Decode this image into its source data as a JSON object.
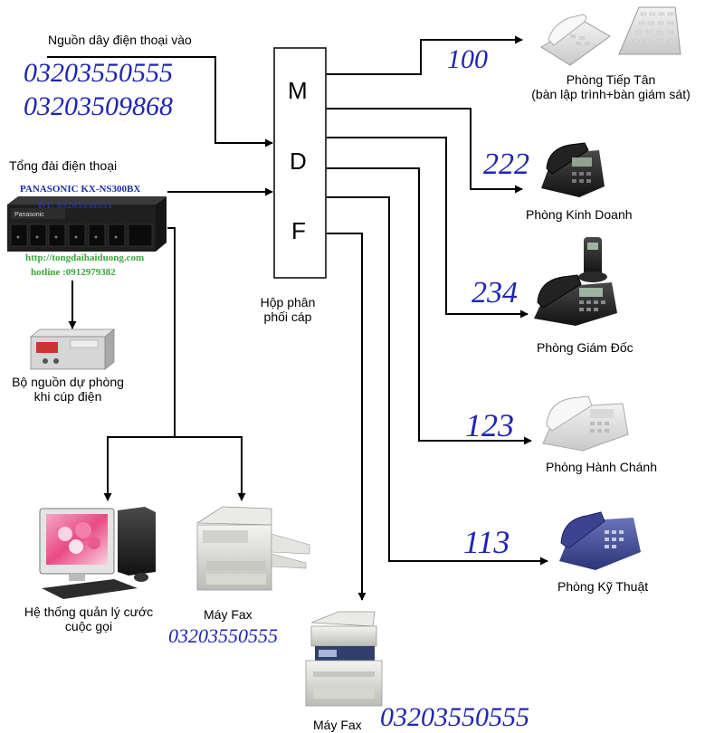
{
  "incoming": {
    "label": "Nguồn dây điện thoại vào",
    "number1": "03203550555",
    "number2": "03203509868"
  },
  "pbx": {
    "title": "Tổng đài điện thoại",
    "model": "PANASONIC KX-NS300BX",
    "overlay": "ĐT: 03203550555",
    "website": "http://tongdaihaiduong.com",
    "hotline": "hotline :0912979382",
    "brand_icon": "pbx-rack-icon"
  },
  "ups": {
    "label_line1": "Bộ nguồn dự phòng",
    "label_line2": "khi cúp điện"
  },
  "mdf": {
    "letters": [
      "M",
      "D",
      "F"
    ],
    "label_line1": "Hộp phân",
    "label_line2": "phối cáp"
  },
  "extensions": [
    {
      "number": "100",
      "name": "Phòng Tiếp Tân",
      "sub": "(bàn lập trình+bàn giám sát)"
    },
    {
      "number": "222",
      "name": "Phòng Kinh Doanh"
    },
    {
      "number": "234",
      "name": "Phòng Giám Đốc"
    },
    {
      "number": "123",
      "name": "Phòng Hành Chánh"
    },
    {
      "number": "113",
      "name": "Phòng Kỹ Thuật"
    }
  ],
  "billing": {
    "label_line1": "Hệ thống quản lý cước",
    "label_line2": "cuộc gọi"
  },
  "fax_left": {
    "label": "Máy Fax",
    "number": "03203550555"
  },
  "fax_bottom": {
    "label": "Máy Fax",
    "number": "03203550555"
  },
  "colors": {
    "number_blue": "#1f25b5",
    "link_green": "#3aa63a",
    "model_blue": "#1a2fa8"
  }
}
